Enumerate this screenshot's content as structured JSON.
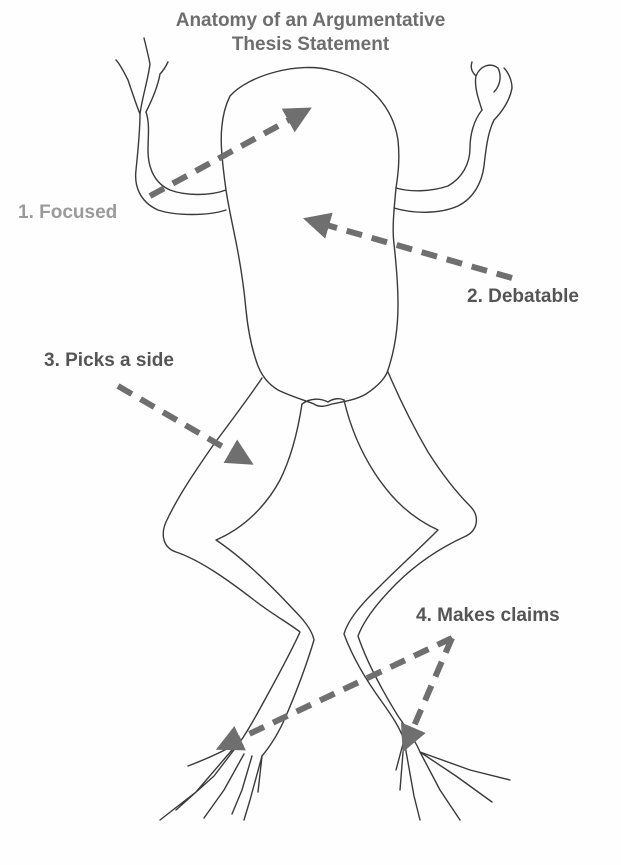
{
  "title_line1": "Anatomy of an Argumentative",
  "title_line2": "Thesis Statement",
  "labels": {
    "focused": "1. Focused",
    "debatable": "2. Debatable",
    "picks_side": "3. Picks a side",
    "makes_claims": "4. Makes claims"
  },
  "colors": {
    "outline": "#3a3a3a",
    "arrow": "#6f6f6f",
    "title": "#6e6e6e",
    "label": "#555555",
    "label_focused": "#9a9a9a"
  },
  "icons": {
    "illustration": "frog-outline",
    "arrows": "dashed-arrow"
  }
}
